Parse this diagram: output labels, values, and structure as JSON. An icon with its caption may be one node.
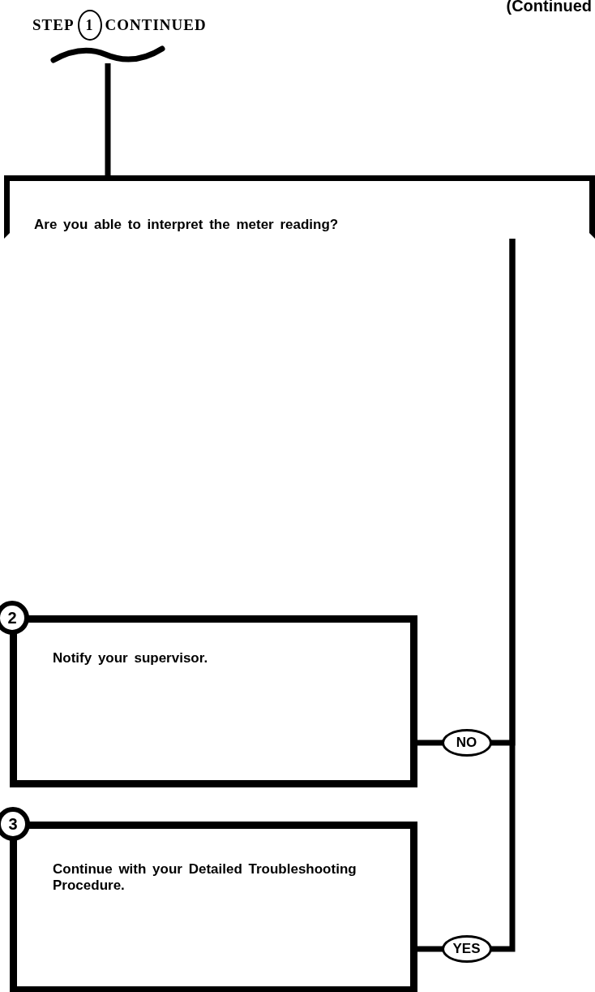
{
  "diagram": {
    "nodes": [
      {
        "text": [
          "STEP",
          "1",
          "CONTINUED"
        ]
      },
      {
        "text": [
          "Are you able to interpret the meter reading?"
        ]
      },
      {
        "text": [
          "2",
          "Notify your supervisor."
        ]
      },
      {
        "text": [
          "3",
          "Continue with your Detailed Troubleshooting Procedure."
        ]
      }
    ],
    "edges": [
      {
        "from": 0,
        "to": 1,
        "arrow": "none"
      },
      {
        "from": 1,
        "to": 2,
        "arrow": "none",
        "label": "NO"
      },
      {
        "from": 1,
        "to": 3,
        "arrow": "none",
        "label": "YES"
      }
    ],
    "labels": [
      "(Continued"
    ]
  }
}
